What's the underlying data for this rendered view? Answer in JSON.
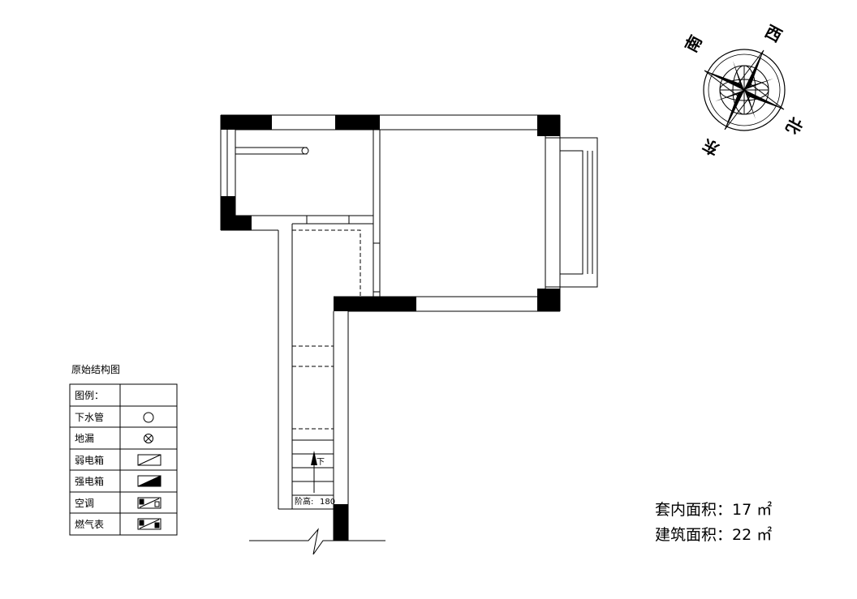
{
  "title": "原始结构图",
  "legend": {
    "header": "图例：",
    "items": [
      {
        "label": "下水管",
        "icon": "drain-pipe-circle-icon"
      },
      {
        "label": "地漏",
        "icon": "floor-drain-icon"
      },
      {
        "label": "弱电箱",
        "icon": "weak-current-box-icon"
      },
      {
        "label": "强电箱",
        "icon": "strong-current-box-icon"
      },
      {
        "label": "空调",
        "icon": "air-conditioner-icon"
      },
      {
        "label": "燃气表",
        "icon": "gas-meter-icon"
      }
    ]
  },
  "stairs": {
    "direction_label": "下",
    "step_height_label": "阶高:",
    "step_height_value": "180"
  },
  "areas": {
    "interior": "套内面积：17 ㎡",
    "building": "建筑面积：22 ㎡"
  },
  "compass": {
    "west": "西",
    "north": "北",
    "east": "东",
    "south": "南"
  },
  "colors": {
    "wall_fill": "#000000",
    "line": "#000000",
    "background": "#ffffff"
  }
}
